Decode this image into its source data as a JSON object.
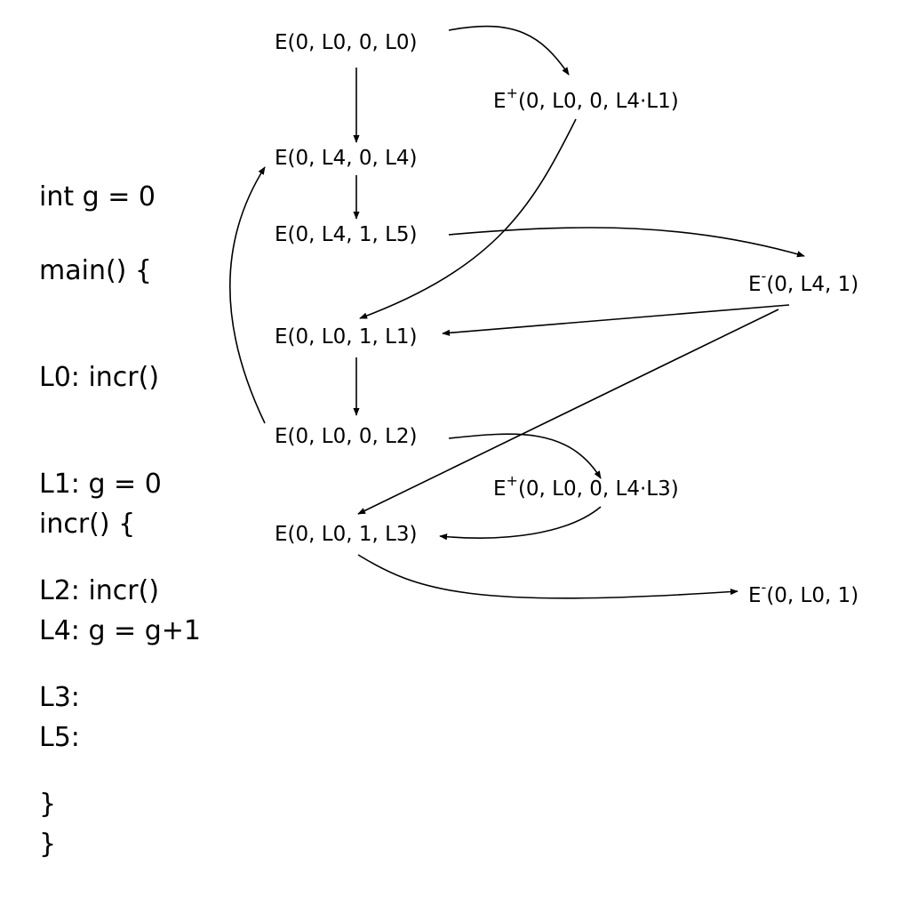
{
  "program": {
    "global": "int g = 0",
    "main": [
      "main() {",
      "L0: incr()",
      "L1: g = 0",
      "L2: incr()",
      "L3:",
      "}"
    ],
    "incr": [
      "incr() {",
      "L4: g = g+1",
      "L5:",
      "}"
    ]
  },
  "nodes": [
    {
      "id": "n1",
      "label": "E(0, L0, 0, L0)"
    },
    {
      "id": "n2",
      "sup": "+",
      "label": "(0, L0, 0, L4·L1)"
    },
    {
      "id": "n3",
      "label": "E(0, L4, 0, L4)"
    },
    {
      "id": "n4",
      "label": "E(0, L4, 1, L5)"
    },
    {
      "id": "n5",
      "sup": "-",
      "label": "(0, L4, 1)"
    },
    {
      "id": "n6",
      "label": "E(0, L0, 1, L1)"
    },
    {
      "id": "n7",
      "label": "E(0, L0, 0, L2)"
    },
    {
      "id": "n8",
      "sup": "+",
      "label": "(0, L0, 0, L4·L3)"
    },
    {
      "id": "n9",
      "label": "E(0, L0, 1, L3)"
    },
    {
      "id": "n10",
      "sup": "-",
      "label": "(0, L0, 1)"
    }
  ],
  "edges": [
    {
      "from": "n1",
      "to": "n2"
    },
    {
      "from": "n1",
      "to": "n3"
    },
    {
      "from": "n2",
      "to": "n6"
    },
    {
      "from": "n3",
      "to": "n4"
    },
    {
      "from": "n4",
      "to": "n5"
    },
    {
      "from": "n5",
      "to": "n6"
    },
    {
      "from": "n5",
      "to": "n9"
    },
    {
      "from": "n6",
      "to": "n7"
    },
    {
      "from": "n7",
      "to": "n3"
    },
    {
      "from": "n7",
      "to": "n8"
    },
    {
      "from": "n8",
      "to": "n9"
    },
    {
      "from": "n9",
      "to": "n10"
    }
  ]
}
